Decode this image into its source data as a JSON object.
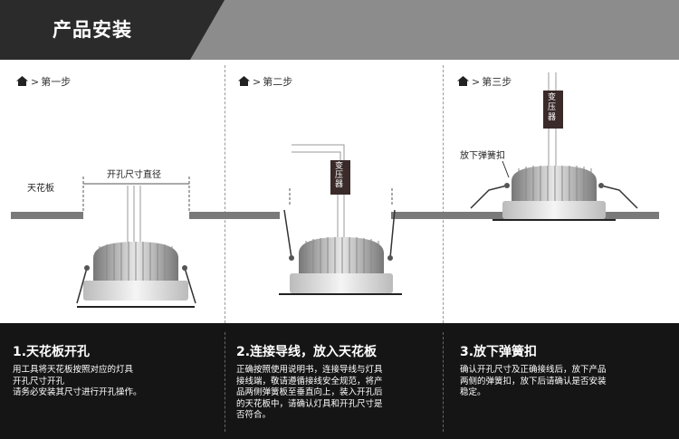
{
  "header": {
    "title": "产品安装"
  },
  "steps": [
    {
      "label": "第一步",
      "ceiling_label": "天花板",
      "hole_label": "开孔尺寸直径"
    },
    {
      "label": "第二步",
      "transformer_label": "变压器"
    },
    {
      "label": "第三步",
      "transformer_label": "变压器",
      "spring_label": "放下弹簧扣"
    }
  ],
  "instructions": [
    {
      "title": "1.天花板开孔",
      "lines": [
        "用工具将天花板按照对应的灯具",
        "开孔尺寸开孔",
        "请务必安装其尺寸进行开孔操作。"
      ]
    },
    {
      "title": "2.连接导线，放入天花板",
      "lines": [
        "正确按照使用说明书，连接导线与灯具",
        "接线端，敬请遵循接线安全规范，将产",
        "品两侧弹簧板至垂直向上，装入开孔后",
        "的天花板中，请确认灯具和开孔尺寸是",
        "否符合。"
      ]
    },
    {
      "title": "3.放下弹簧扣",
      "lines": [
        "确认开孔尺寸及正确接线后，放下产品",
        "两侧的弹簧扣，放下后请确认是否安装",
        "稳定。"
      ]
    }
  ],
  "colors": {
    "header_dark": "#2b2b2b",
    "header_light": "#8c8c8c",
    "ceiling": "#7a7a7a",
    "panel": "#151515"
  }
}
